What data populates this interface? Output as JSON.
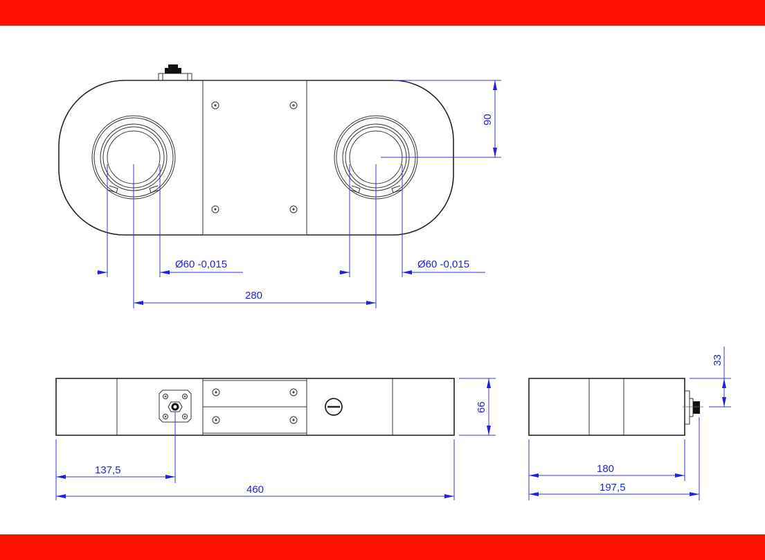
{
  "colors": {
    "band": "#ff1100",
    "dimension": "#2222dd",
    "outline": "#222222",
    "background": "#ffffff"
  },
  "top_view": {
    "left_bore_diameter": "Ø60  -0,015",
    "right_bore_diameter": "Ø60  -0,015",
    "bore_center_distance": "280",
    "center_to_top_edge": "90"
  },
  "front_view": {
    "connector_offset": "137,5",
    "overall_length": "460",
    "height": "66",
    "icons": [
      "connector-square-flange-icon",
      "screw-icon",
      "slot-screw-icon"
    ]
  },
  "side_view": {
    "connector_height": "33",
    "body_width": "180",
    "overall_width": "197,5"
  }
}
